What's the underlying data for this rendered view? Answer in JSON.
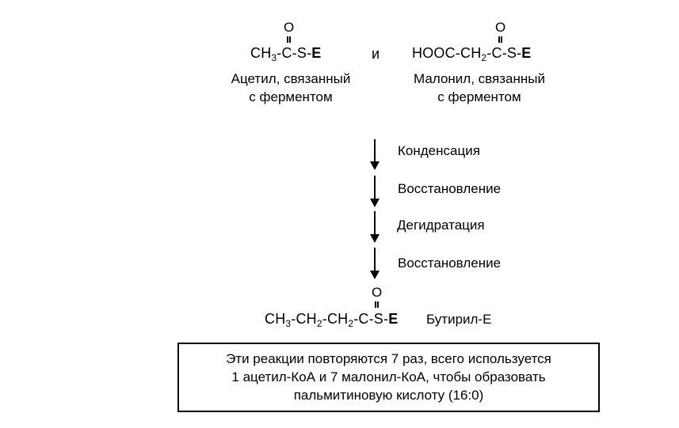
{
  "acetyl": {
    "oxygen": "O",
    "formula_parts": {
      "p1": "CH",
      "sub1": "3",
      "p2": "-C-S-",
      "enzyme": "E"
    },
    "label_line1": "Ацетил, связанный",
    "label_line2": "с ферментом"
  },
  "connector": "и",
  "malonyl": {
    "oxygen": "O",
    "formula_parts": {
      "p1": "HOOC-CH",
      "sub1": "2",
      "p2": "-C-S-",
      "enzyme": "E"
    },
    "label_line1": "Малонил, связанный",
    "label_line2": "с ферментом"
  },
  "steps": [
    {
      "label": "Конденсация"
    },
    {
      "label": "Восстановление"
    },
    {
      "label": "Дегидратация"
    },
    {
      "label": "Восстановление"
    }
  ],
  "butyryl": {
    "oxygen": "O",
    "formula_parts": {
      "p1": "CH",
      "sub1": "3",
      "p2": "-CH",
      "sub2": "2",
      "p3": "-CH",
      "sub3": "2",
      "p4": "-C-S-",
      "enzyme": "E"
    },
    "name": "Бутирил-E"
  },
  "summary": {
    "line1": "Эти реакции повторяются 7 раз, всего используется",
    "line2": "1 ацетил-КоА и 7 малонил-КоА, чтобы образовать",
    "line3": "пальмитиновую кислоту (16:0)"
  }
}
